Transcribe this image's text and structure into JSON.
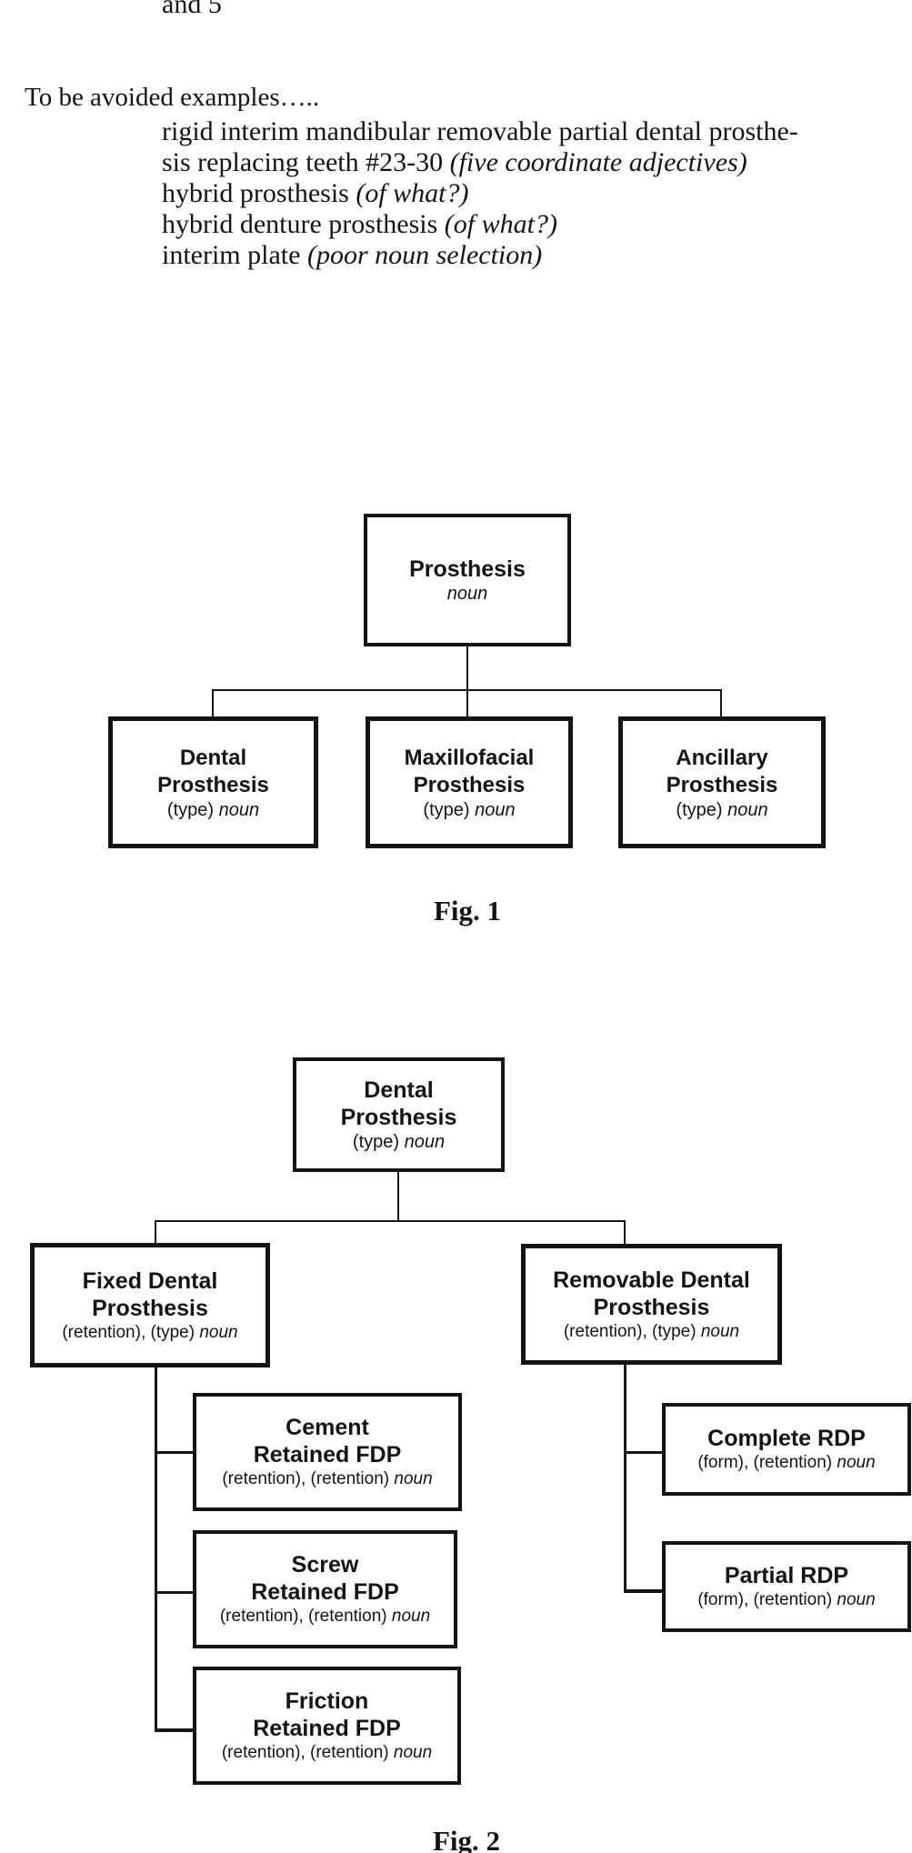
{
  "page": {
    "top_cropped_text": "and 5",
    "intro": "To be avoided examples…..",
    "examples": [
      {
        "text": "rigid interim mandibular removable partial dental prosthe-",
        "note": ""
      },
      {
        "text": "sis replacing teeth #23-30 ",
        "note": "(five coordinate adjectives)"
      },
      {
        "text": "hybrid prosthesis ",
        "note": "(of what?)"
      },
      {
        "text": "hybrid denture prosthesis ",
        "note": "(of what?)"
      },
      {
        "text": "interim plate ",
        "note": "(poor noun selection)"
      }
    ]
  },
  "fig1": {
    "caption": "Fig. 1",
    "root": {
      "line1": "Prosthesis",
      "sub_plain": "",
      "sub_italic": "noun"
    },
    "children": [
      {
        "line1": "Dental",
        "line2": "Prosthesis",
        "sub_plain": "(type) ",
        "sub_italic": "noun"
      },
      {
        "line1": "Maxillofacial",
        "line2": "Prosthesis",
        "sub_plain": "(type) ",
        "sub_italic": "noun"
      },
      {
        "line1": "Ancillary",
        "line2": "Prosthesis",
        "sub_plain": "(type) ",
        "sub_italic": "noun"
      }
    ]
  },
  "fig2": {
    "caption": "Fig. 2",
    "root": {
      "line1": "Dental",
      "line2": "Prosthesis",
      "sub_plain": "(type) ",
      "sub_italic": "noun"
    },
    "fixed": {
      "line1": "Fixed Dental",
      "line2": "Prosthesis",
      "sub_plain": "(retention), (type) ",
      "sub_italic": "noun"
    },
    "removable": {
      "line1": "Removable Dental",
      "line2": "Prosthesis",
      "sub_plain": "(retention), (type) ",
      "sub_italic": "noun"
    },
    "cement": {
      "line1": "Cement",
      "line2": "Retained FDP",
      "sub_plain": "(retention), (retention) ",
      "sub_italic": "noun"
    },
    "screw": {
      "line1": "Screw",
      "line2": "Retained FDP",
      "sub_plain": "(retention), (retention) ",
      "sub_italic": "noun"
    },
    "friction": {
      "line1": "Friction",
      "line2": "Retained FDP",
      "sub_plain": "(retention), (retention) ",
      "sub_italic": "noun"
    },
    "complete": {
      "line1": "Complete RDP",
      "sub_plain": "(form), (retention) ",
      "sub_italic": "noun"
    },
    "partial": {
      "line1": "Partial RDP",
      "sub_plain": "(form), (retention) ",
      "sub_italic": "noun"
    }
  },
  "colors": {
    "ink": "#141414",
    "background": "#ffffff"
  }
}
